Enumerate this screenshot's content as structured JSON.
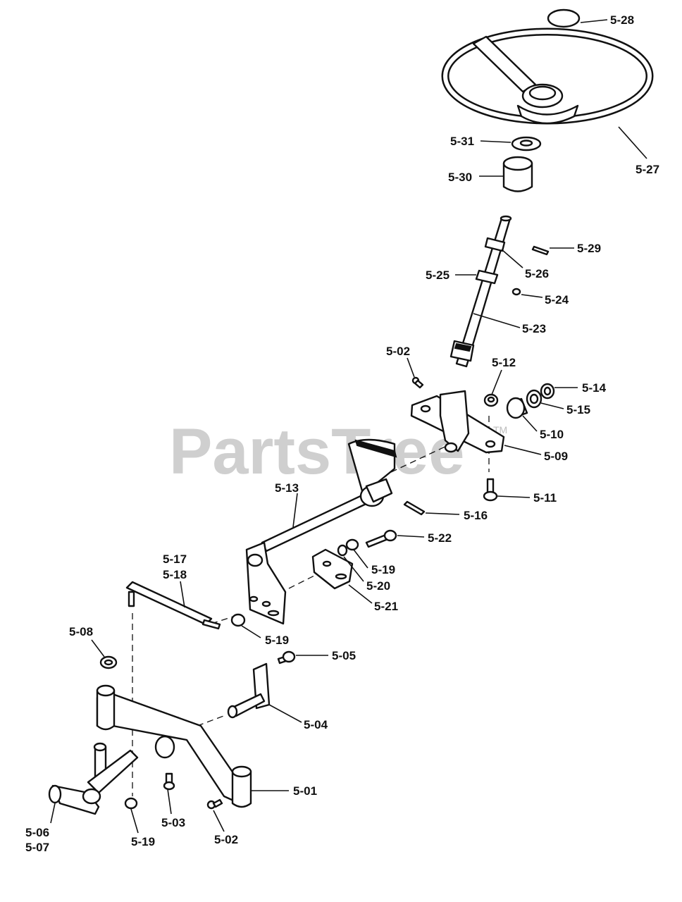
{
  "watermark": {
    "brand": "PartsTree",
    "tm": "TM"
  },
  "labels": {
    "l528": "5-28",
    "l527": "5-27",
    "l531": "5-31",
    "l530": "5-30",
    "l529": "5-29",
    "l526": "5-26",
    "l525": "5-25",
    "l524": "5-24",
    "l523": "5-23",
    "l502a": "5-02",
    "l512": "5-12",
    "l514": "5-14",
    "l515": "5-15",
    "l510": "5-10",
    "l509": "5-09",
    "l511": "5-11",
    "l513": "5-13",
    "l516": "5-16",
    "l522": "5-22",
    "l519a": "5-19",
    "l520": "5-20",
    "l521": "5-21",
    "l517": "5-17",
    "l518": "5-18",
    "l519b": "5-19",
    "l508": "5-08",
    "l505": "5-05",
    "l504": "5-04",
    "l501": "5-01",
    "l503": "5-03",
    "l502b": "5-02",
    "l519c": "5-19",
    "l506": "5-06",
    "l507": "5-07"
  }
}
